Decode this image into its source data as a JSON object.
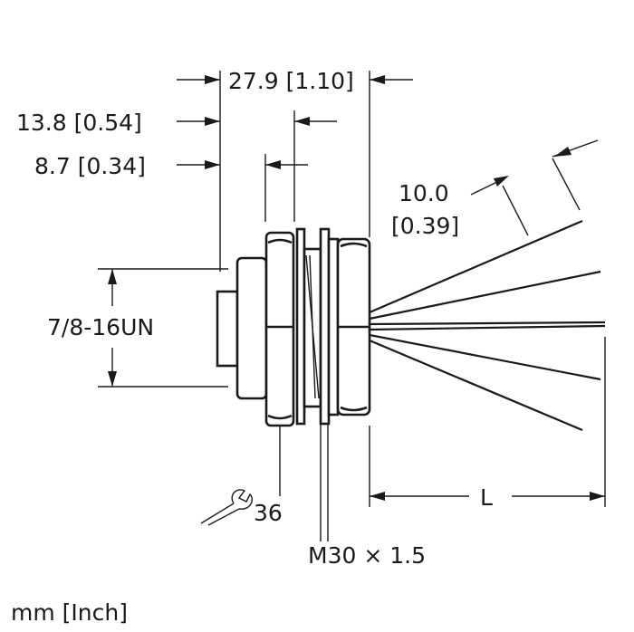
{
  "dimensions": {
    "overall_length": "27.9 [1.10]",
    "length_2": "13.8 [0.54]",
    "length_3": "8.7 [0.34]",
    "wire_strip": "10.0",
    "wire_strip_inch": "[0.39]",
    "thread": "7/8-16UN",
    "wrench_size": "36",
    "mount_thread": "M30 × 1.5",
    "cable_length": "L"
  },
  "units_note": "mm [Inch]"
}
